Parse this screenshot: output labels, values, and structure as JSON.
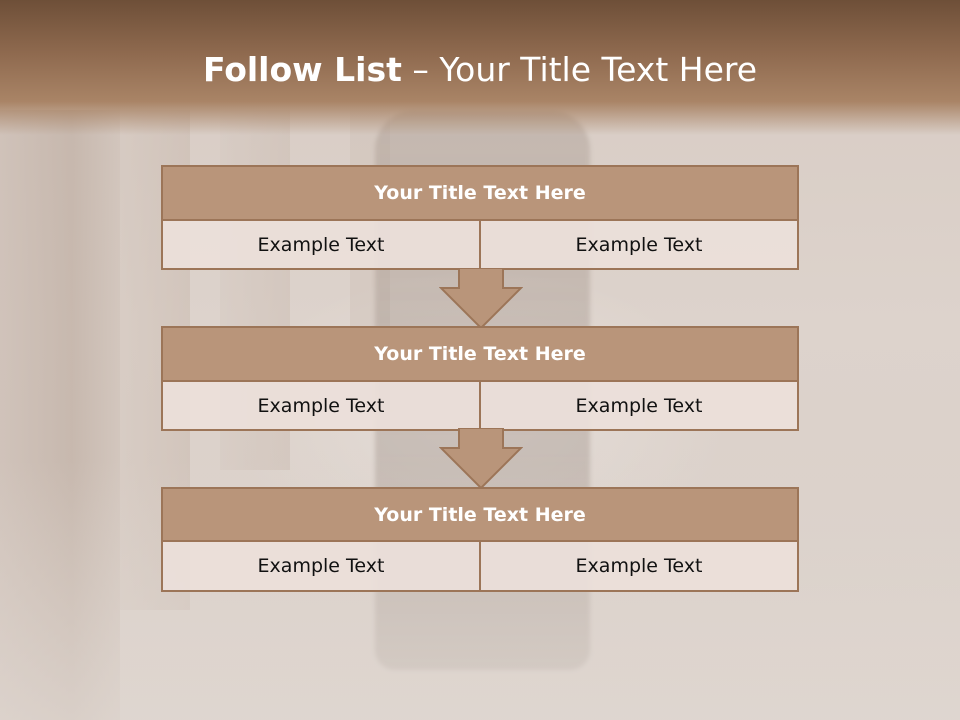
{
  "slide": {
    "title_strong": "Follow List",
    "title_rest": " – Your Title Text Here"
  },
  "blocks": [
    {
      "title": "Your Title Text Here",
      "left": "Example Text",
      "right": "Example Text"
    },
    {
      "title": "Your Title Text Here",
      "left": "Example Text",
      "right": "Example Text"
    },
    {
      "title": "Your Title Text Here",
      "left": "Example Text",
      "right": "Example Text"
    }
  ],
  "colors": {
    "header_band": "#8f6a4f",
    "block_title_fill": "#b9957a",
    "block_border": "#9c7558",
    "cell_fill": "#ebe0da"
  }
}
